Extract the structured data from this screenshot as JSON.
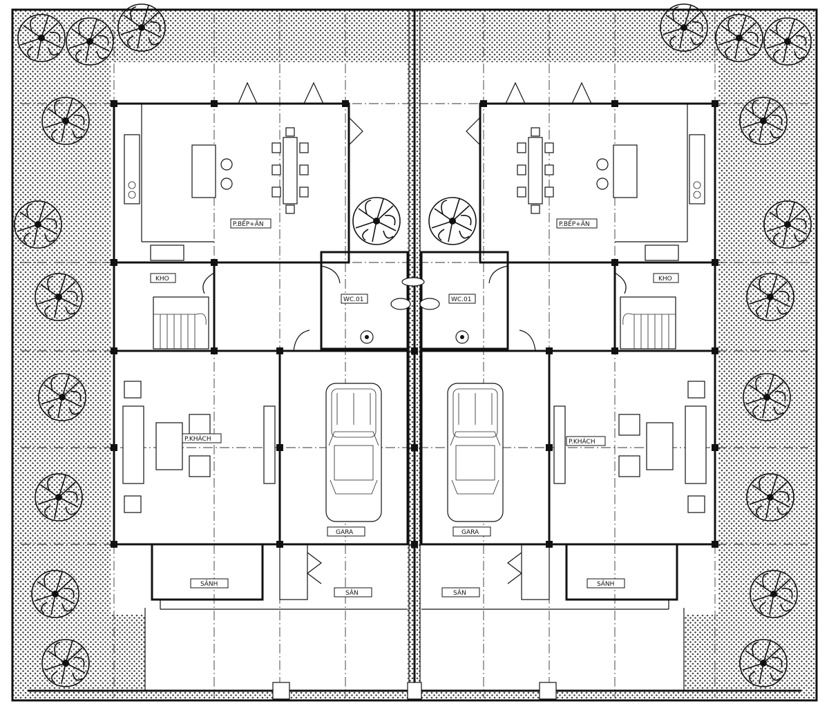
{
  "labels": {
    "kitchen_dining": "P.BẾP+ĂN",
    "storage": "KHO",
    "wc": "WC.01",
    "garage": "GARA",
    "living": "P.KHÁCH",
    "lobby": "SẢNH",
    "yard": "SÂN"
  },
  "colors": {
    "line": "#111111",
    "background": "#ffffff",
    "hatch": "#222222"
  },
  "icons": [
    "tree-icon",
    "car-icon",
    "door-swing-icon",
    "stair-icon"
  ]
}
